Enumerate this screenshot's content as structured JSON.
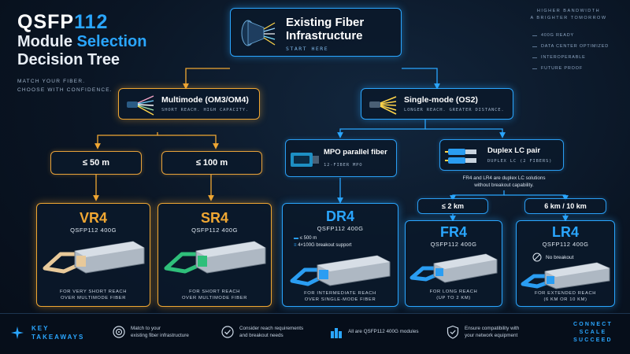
{
  "title": {
    "line1_a": "QSFP",
    "line1_b": "112",
    "line2_a": "Module ",
    "line2_b": "Selection",
    "line3": "Decision Tree",
    "tagline_1": "Match your fiber.",
    "tagline_2": "Choose with confidence."
  },
  "right_panel": {
    "head_1": "Higher bandwidth",
    "head_2": "A brighter tomorrow",
    "items": [
      "400G ready",
      "Data center optimized",
      "Interoperable",
      "Future proof"
    ]
  },
  "root": {
    "title_1": "Existing Fiber",
    "title_2": "Infrastructure",
    "sub": "START HERE"
  },
  "multimode": {
    "title": "Multimode (OM3/OM4)",
    "sub": "Short reach. High capacity."
  },
  "singlemode": {
    "title": "Single-mode (OS2)",
    "sub": "Longer reach. Greater distance."
  },
  "mpo": {
    "title": "MPO parallel fiber",
    "sub": "12-fiber MPO"
  },
  "duplex": {
    "title": "Duplex LC pair",
    "sub": "Duplex LC (2 fibers)"
  },
  "duplex_note_1": "FR4 and LR4 are duplex LC solutions",
  "duplex_note_2": "without breakout capability.",
  "distances": {
    "mm_50": "≤ 50 m",
    "mm_100": "≤ 100 m",
    "sm_2": "≤ 2 km",
    "sm_10": "6 km / 10 km"
  },
  "modules": {
    "vr4": {
      "name": "VR4",
      "sub": "QSFP112 400G",
      "desc_1": "For very short reach",
      "desc_2": "over multimode fiber"
    },
    "sr4": {
      "name": "SR4",
      "sub": "QSFP112 400G",
      "desc_1": "For short reach",
      "desc_2": "over multimode fiber"
    },
    "dr4": {
      "name": "DR4",
      "sub": "QSFP112 400G",
      "feat_1": "≤ 500 m",
      "feat_2": "4×100G breakout support",
      "desc_1": "For intermediate reach",
      "desc_2": "over single-mode fiber"
    },
    "fr4": {
      "name": "FR4",
      "sub": "QSFP112 400G",
      "desc_1": "For long reach",
      "desc_2": "(up to 2 km)"
    },
    "lr4": {
      "name": "LR4",
      "sub": "QSFP112 400G",
      "feat_1": "No breakout",
      "desc_1": "For extended reach",
      "desc_2": "(6 km or 10 km)"
    }
  },
  "footer": {
    "head_1": "KEY",
    "head_2": "TAKEAWAYS",
    "t1_1": "Match to your",
    "t1_2": "existing fiber infrastructure",
    "t2_1": "Consider reach requirements",
    "t2_2": "and breakout needs",
    "t3_1": "All are QSFP112 400G modules",
    "t4_1": "Ensure compatibility with",
    "t4_2": "your network equipment",
    "end_1": "CONNECT",
    "end_2": "SCALE",
    "end_3": "SUCCEED"
  },
  "colors": {
    "accent_blue": "#2aa6ff",
    "accent_orange": "#f0a733",
    "mm_green": "#2fbf7a",
    "vr_tan": "#e8c99a"
  }
}
